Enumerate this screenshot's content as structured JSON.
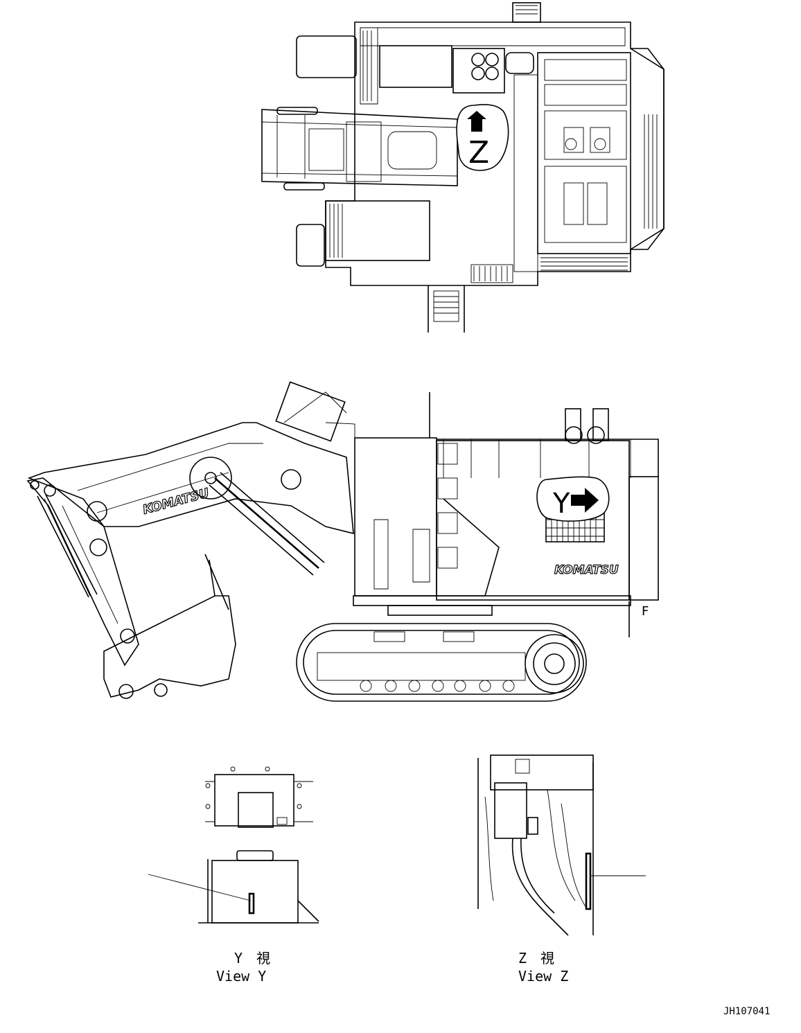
{
  "brand": {
    "logo_text": "KOMATSU"
  },
  "callouts": {
    "view_z_marker": "Z",
    "view_y_marker": "Y",
    "side_f_marker": "F"
  },
  "views": {
    "y": {
      "jp": "Y　視",
      "en": "View Y"
    },
    "z": {
      "jp": "Z　視",
      "en": "View Z"
    }
  },
  "drawing_number": "JH107041"
}
